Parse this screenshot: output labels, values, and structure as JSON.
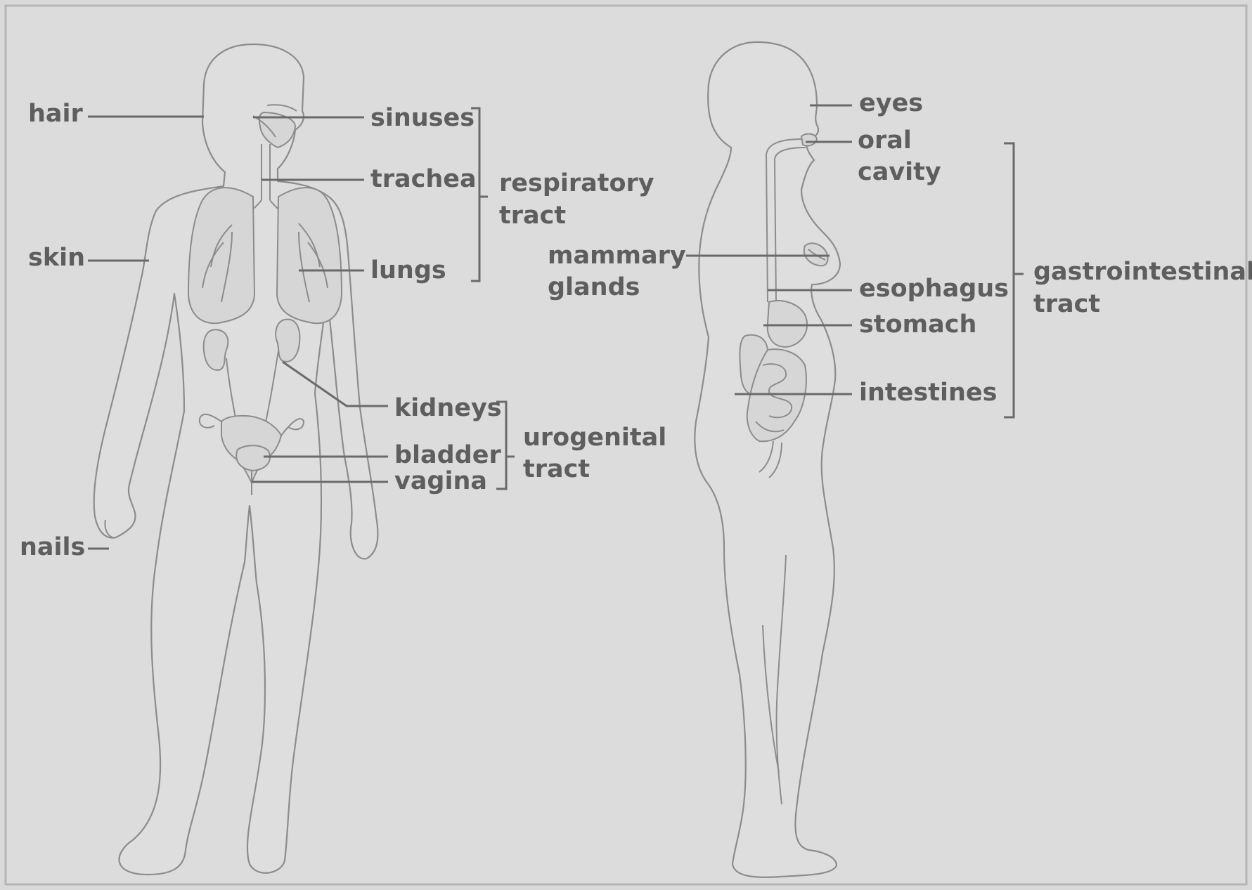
{
  "colors": {
    "background": "#d9d9d9",
    "panel": "#dcdcdc",
    "body_fill": "#dedede",
    "outline": "#8c8c8c",
    "label_text": "#5e5e5e",
    "leader_line": "#6a6a6a"
  },
  "front_figure": {
    "labels": {
      "hair": "hair",
      "skin": "skin",
      "nails": "nails",
      "sinuses": "sinuses",
      "trachea": "trachea",
      "lungs": "lungs",
      "kidneys": "kidneys",
      "bladder": "bladder",
      "vagina": "vagina"
    },
    "groups": {
      "respiratory": [
        "respiratory",
        "tract"
      ],
      "urogenital": [
        "urogenital",
        "tract"
      ]
    }
  },
  "side_figure": {
    "labels": {
      "eyes": "eyes",
      "oral_cavity": [
        "oral",
        "cavity"
      ],
      "mammary_glands": [
        "mammary",
        "glands"
      ],
      "esophagus": "esophagus",
      "stomach": "stomach",
      "intestines": "intestines"
    },
    "groups": {
      "gastrointestinal": [
        "gastrointestinal",
        "tract"
      ]
    }
  }
}
